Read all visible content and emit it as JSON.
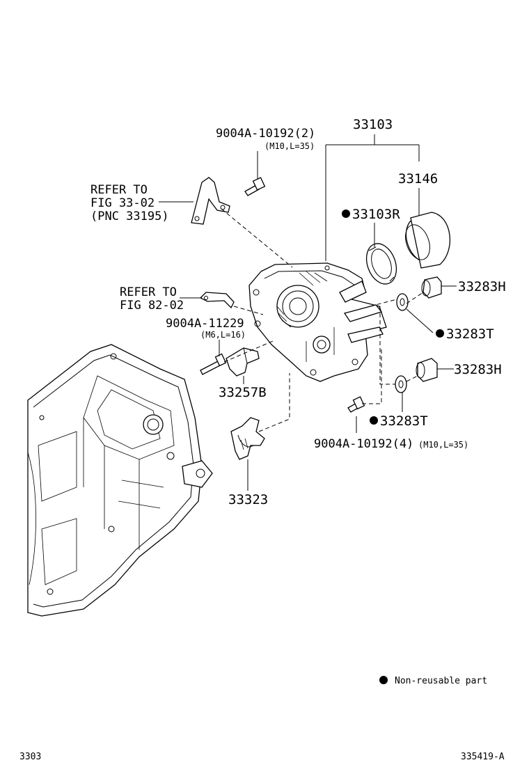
{
  "labels": {
    "part_33103": "33103",
    "part_33146": "33146",
    "part_33103R": "33103R",
    "part_33283H_top": "33283H",
    "part_33283T_top": "33283T",
    "part_33283H_bottom": "33283H",
    "part_33283T_bottom": "33283T",
    "part_33257B": "33257B",
    "part_33323": "33323",
    "bolt_top": "9004A-10192(2)",
    "bolt_top_spec": "(M10,L=35)",
    "bolt_mid": "9004A-11229",
    "bolt_mid_spec": "(M6,L=16)",
    "bolt_bottom": "9004A-10192(4)",
    "bolt_bottom_spec": "(M10,L=35)",
    "refer_1_line1": "REFER TO",
    "refer_1_line2": "FIG 33-02",
    "refer_1_line3": "(PNC 33195)",
    "refer_2_line1": "REFER TO",
    "refer_2_line2": "FIG 82-02",
    "legend_text": "Non-reusable part",
    "footer_left": "3303",
    "footer_right": "335419-A"
  },
  "non_reusable_marker": "filled-circle"
}
